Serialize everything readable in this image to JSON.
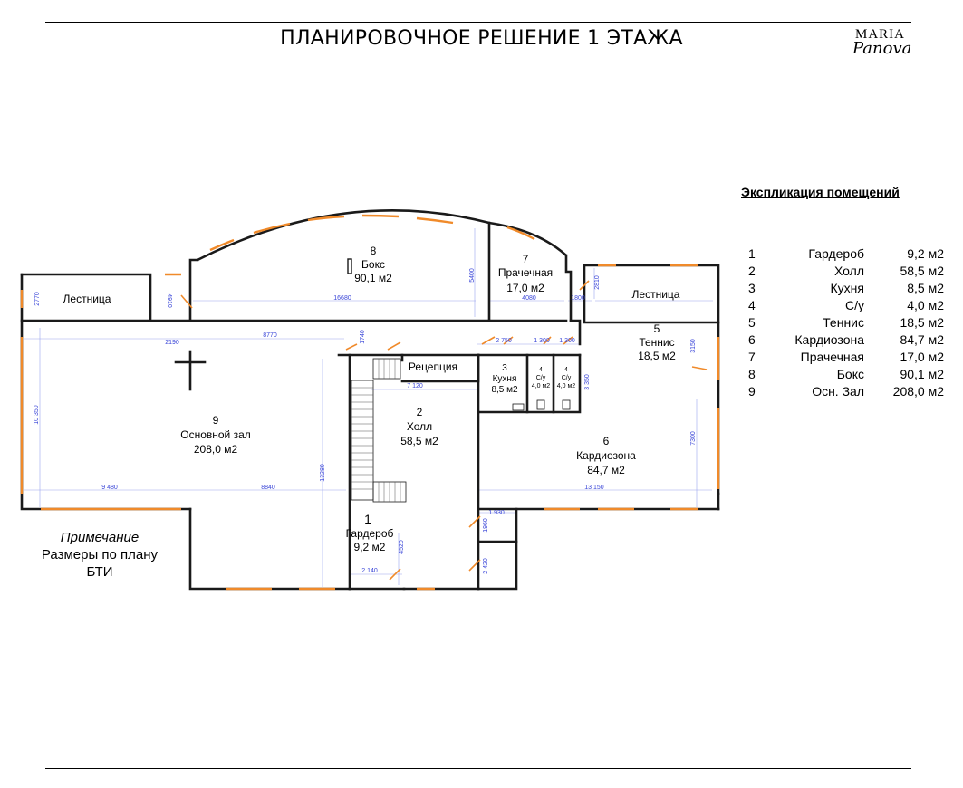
{
  "header": {
    "title": "ПЛАНИРОВОЧНОЕ РЕШЕНИЕ 1 ЭТАЖА",
    "logo_line1": "MARIA",
    "logo_line2": "Panova"
  },
  "explication": {
    "title": "Экспликация помещений",
    "rows": [
      {
        "num": "1",
        "name": "Гардероб",
        "area": "9,2 м2"
      },
      {
        "num": "2",
        "name": "Холл",
        "area": "58,5 м2"
      },
      {
        "num": "3",
        "name": "Кухня",
        "area": "8,5 м2"
      },
      {
        "num": "4",
        "name": "С/у",
        "area": "4,0 м2"
      },
      {
        "num": "5",
        "name": "Теннис",
        "area": "18,5 м2"
      },
      {
        "num": "6",
        "name": "Кардиозона",
        "area": "84,7 м2"
      },
      {
        "num": "7",
        "name": "Прачечная",
        "area": "17,0 м2"
      },
      {
        "num": "8",
        "name": "Бокс",
        "area": "90,1 м2"
      },
      {
        "num": "9",
        "name": "Осн. Зал",
        "area": "208,0 м2"
      }
    ]
  },
  "note": {
    "heading": "Примечание",
    "line1": "Размеры по плану",
    "line2": "БТИ"
  },
  "plan": {
    "rooms": {
      "stair_left": "Лестница",
      "stair_right": "Лестница",
      "box_num": "8",
      "box_name": "Бокс",
      "box_area": "90,1 м2",
      "laundry_num": "7",
      "laundry_name": "Прачечная",
      "laundry_area": "17,0 м2",
      "tennis_num": "5",
      "tennis_name": "Теннис",
      "tennis_area": "18,5 м2",
      "reception": "Рецепция",
      "kitchen_num": "3",
      "kitchen_name": "Кухня",
      "kitchen_area": "8,5 м2",
      "wc1_num": "4",
      "wc1_name": "С/у",
      "wc1_area": "4,0 м2",
      "wc2_num": "4",
      "wc2_name": "С/у",
      "wc2_area": "4,0 м2",
      "hall_num": "2",
      "hall_name": "Холл",
      "hall_area": "58,5 м2",
      "main_num": "9",
      "main_name": "Основной зал",
      "main_area": "208,0 м2",
      "cardio_num": "6",
      "cardio_name": "Кардиозона",
      "cardio_area": "84,7 м2",
      "wardrobe_num": "1",
      "wardrobe_name": "Гардероб",
      "wardrobe_area": "9,2 м2"
    },
    "dims": {
      "d16680": "16680",
      "d5400": "5400",
      "d4080": "4080",
      "d1800": "1800",
      "d2810": "2810",
      "d2770": "2770",
      "d4910": "4910",
      "d2190": "2190",
      "d8770": "8770",
      "d1740": "1740",
      "d2750": "2 750",
      "d1300a": "1 300",
      "d1300b": "1 300",
      "d7120": "7 120",
      "d3350": "3 350",
      "d3150": "3150",
      "d10350": "10 350",
      "d13280": "13280",
      "d9480": "9 480",
      "d8840": "8840",
      "d13150": "13 150",
      "d7300": "7300",
      "d1930": "1 930",
      "d1960": "1960",
      "d4520": "4520",
      "d2140": "2 140",
      "d2420": "2 420"
    }
  }
}
